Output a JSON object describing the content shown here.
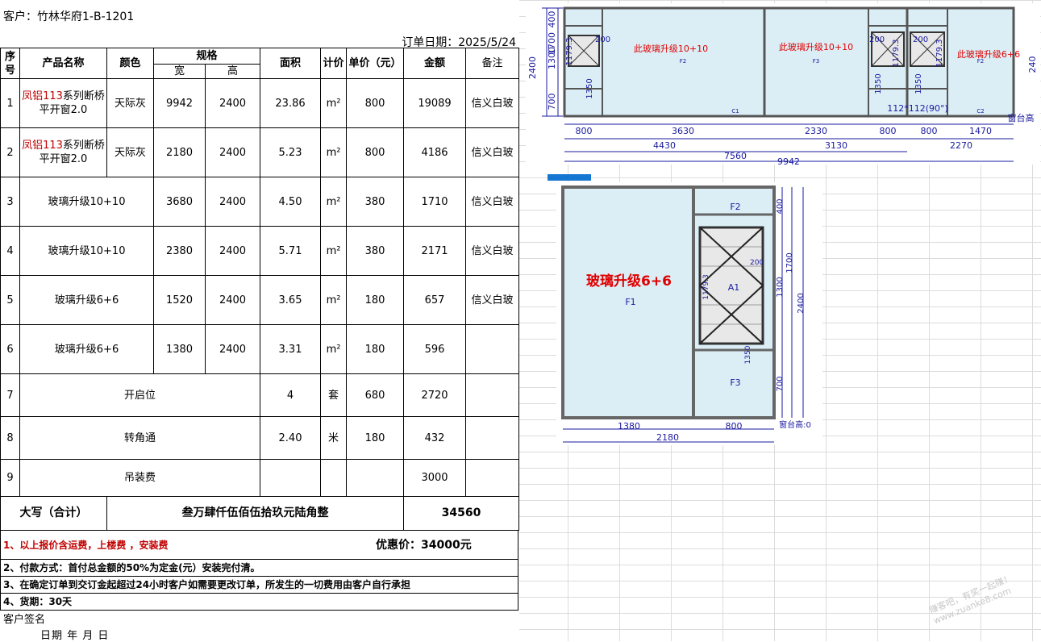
{
  "header": {
    "customer": "客户：竹林华府1-B-1201",
    "order_date": "订单日期：2025/5/24"
  },
  "table_headers": {
    "seq": "序号",
    "product": "产品名称",
    "color": "颜色",
    "spec": "规格",
    "width": "宽",
    "height": "高",
    "area": "面积",
    "unit": "计价",
    "price": "单价（元）",
    "amount": "金额",
    "remark": "备注"
  },
  "rows": [
    {
      "seq": "1",
      "product_red": "凤铝113",
      "product_rest": "系列断桥平开窗2.0",
      "color": "天际灰",
      "width": "9942",
      "height": "2400",
      "area": "23.86",
      "unit": "m²",
      "price": "800",
      "amount": "19089",
      "remark": "信义白玻"
    },
    {
      "seq": "2",
      "product_red": "凤铝113",
      "product_rest": "系列断桥平开窗2.0",
      "color": "天际灰",
      "width": "2180",
      "height": "2400",
      "area": "5.23",
      "unit": "m²",
      "price": "800",
      "amount": "4186",
      "remark": "信义白玻"
    },
    {
      "seq": "3",
      "product": "玻璃升级10+10",
      "width": "3680",
      "height": "2400",
      "area": "4.50",
      "unit": "m²",
      "price": "380",
      "amount": "1710",
      "remark": "信义白玻"
    },
    {
      "seq": "4",
      "product": "玻璃升级10+10",
      "width": "2380",
      "height": "2400",
      "area": "5.71",
      "unit": "m²",
      "price": "380",
      "amount": "2171",
      "remark": "信义白玻"
    },
    {
      "seq": "5",
      "product": "玻璃升级6+6",
      "width": "1520",
      "height": "2400",
      "area": "3.65",
      "unit": "m²",
      "price": "180",
      "amount": "657",
      "remark": "信义白玻"
    },
    {
      "seq": "6",
      "product": "玻璃升级6+6",
      "width": "1380",
      "height": "2400",
      "area": "3.31",
      "unit": "m²",
      "price": "180",
      "amount": "596",
      "remark": ""
    },
    {
      "seq": "7",
      "product": "开启位",
      "area": "4",
      "unit": "套",
      "price": "680",
      "amount": "2720"
    },
    {
      "seq": "8",
      "product": "转角通",
      "area": "2.40",
      "unit": "米",
      "price": "180",
      "amount": "432"
    },
    {
      "seq": "9",
      "product": "吊装费",
      "amount": "3000"
    }
  ],
  "total": {
    "label": "大写（合计）",
    "words": "叁万肆仟伍佰伍拾玖元陆角整",
    "amount": "34560"
  },
  "notes": {
    "n1": "1、以上报价含运费，上楼费 ，安装费",
    "discount": "优惠价：34000元",
    "n2": "2、付款方式：首付总金额的50%为定金(元）安装完付清。",
    "n3": "3、在确定订单到交订金起超过24小时客户如需要更改订单，所发生的一切费用由客户自行承担",
    "n4": "4、货期：30天"
  },
  "sign": {
    "label": "客户签名",
    "date": "日期    年   月   日"
  },
  "drawing1": {
    "glass_a": "此玻璃升级10+10",
    "glass_b": "此玻璃升级10+10",
    "glass_c": "此玻璃升级6+6",
    "corner": "112*112(90°)",
    "sill": "窗台高",
    "dims_left": [
      "2400",
      "400",
      "1700",
      "1300",
      "700"
    ],
    "dims_bottom_1": [
      "800",
      "3630",
      "2330",
      "800",
      "800",
      "1470"
    ],
    "dims_bottom_2": [
      "4430",
      "3130",
      "2270"
    ],
    "dims_bottom_3": "7560",
    "dims_total": "9942",
    "sash_labels": [
      "1179.3",
      "200",
      "1350",
      "200",
      "1179.3",
      "1350",
      "200",
      "1179.3",
      "1350"
    ],
    "right_dim": "240",
    "panel_tags": [
      "F2",
      "F3",
      "F2",
      "C1",
      "C2"
    ]
  },
  "drawing2": {
    "glass": "玻璃升级6+6",
    "tags": [
      "F1",
      "F2",
      "F3",
      "A1"
    ],
    "dims_right": [
      "400",
      "1300",
      "1700",
      "2400",
      "700"
    ],
    "dims_bottom": [
      "1380",
      "800",
      "2180"
    ],
    "sill": "窗台高:0",
    "sash_labels": [
      "200",
      "1179.3",
      "1350"
    ]
  },
  "watermark": "赚客吧，有奖一起赚！ www.zuanke8.com"
}
